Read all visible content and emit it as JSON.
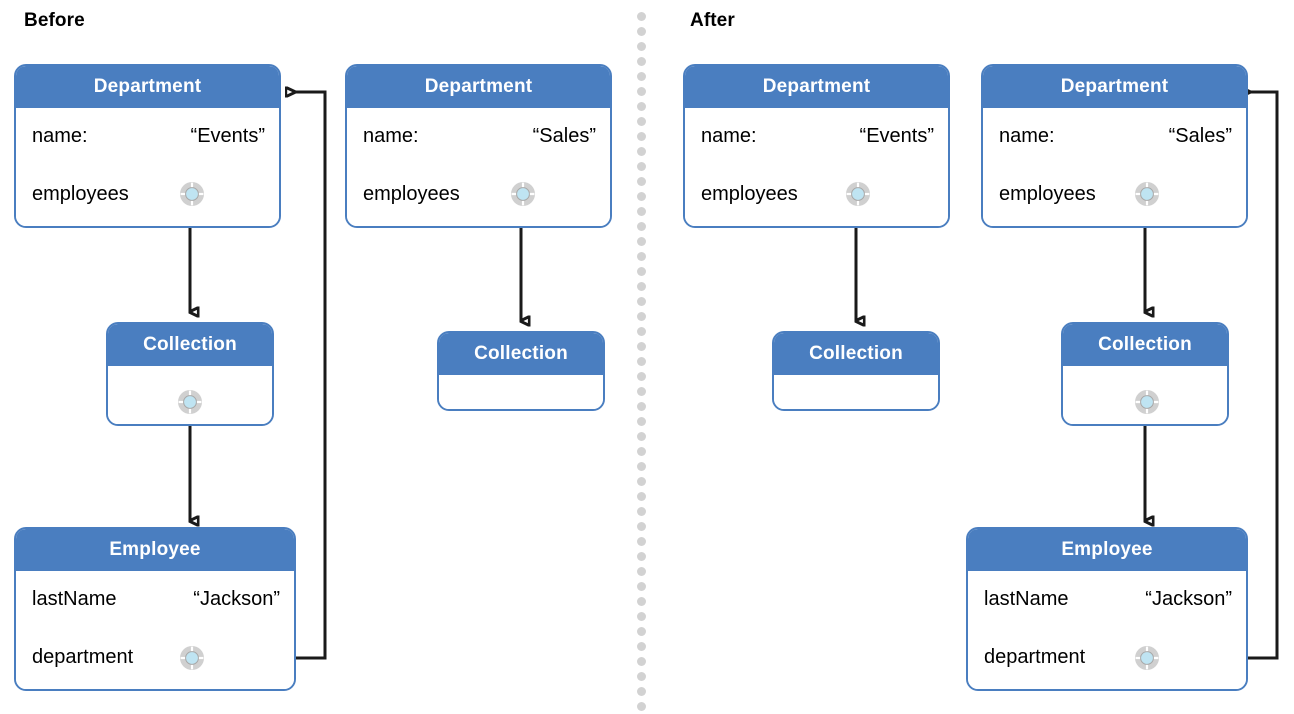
{
  "sections": [
    {
      "label": "Before"
    },
    {
      "label": "After"
    }
  ],
  "colors": {
    "header_blue": "#4a7ec0",
    "border_blue": "#4a7ec0",
    "socket_ring": "#d0d0d0",
    "socket_center": "#bfe4f2",
    "wire": "#1a1a1a",
    "divider_dot": "#d2d2d2",
    "text": "#000000",
    "header_text": "#ffffff",
    "background": "#ffffff"
  },
  "labels": {
    "department": "Department",
    "collection": "Collection",
    "employee": "Employee",
    "name_key": "name:",
    "employees_key": "employees",
    "lastname_key": "lastName",
    "department_key": "department",
    "events_value": "“Events”",
    "sales_value": "“Sales”",
    "jackson_value": "“Jackson”"
  },
  "before": {
    "dept_events": {
      "title": "Department",
      "name_key": "name:",
      "name_value": "“Events”",
      "rel_key": "employees",
      "socket": true
    },
    "dept_sales": {
      "title": "Department",
      "name_key": "name:",
      "name_value": "“Sales”",
      "rel_key": "employees",
      "socket": true
    },
    "collection_left": {
      "title": "Collection",
      "socket": true
    },
    "collection_right": {
      "title": "Collection",
      "socket": false
    },
    "employee": {
      "title": "Employee",
      "lastname_key": "lastName",
      "lastname_value": "“Jackson”",
      "rel_key": "department",
      "socket": true
    }
  },
  "after": {
    "dept_events": {
      "title": "Department",
      "name_key": "name:",
      "name_value": "“Events”",
      "rel_key": "employees",
      "socket": true
    },
    "dept_sales": {
      "title": "Department",
      "name_key": "name:",
      "name_value": "“Sales”",
      "rel_key": "employees",
      "socket": true
    },
    "collection_left": {
      "title": "Collection",
      "socket": false
    },
    "collection_right": {
      "title": "Collection",
      "socket": true
    },
    "employee": {
      "title": "Employee",
      "lastname_key": "lastName",
      "lastname_value": "“Jackson”",
      "rel_key": "department",
      "socket": true
    }
  }
}
